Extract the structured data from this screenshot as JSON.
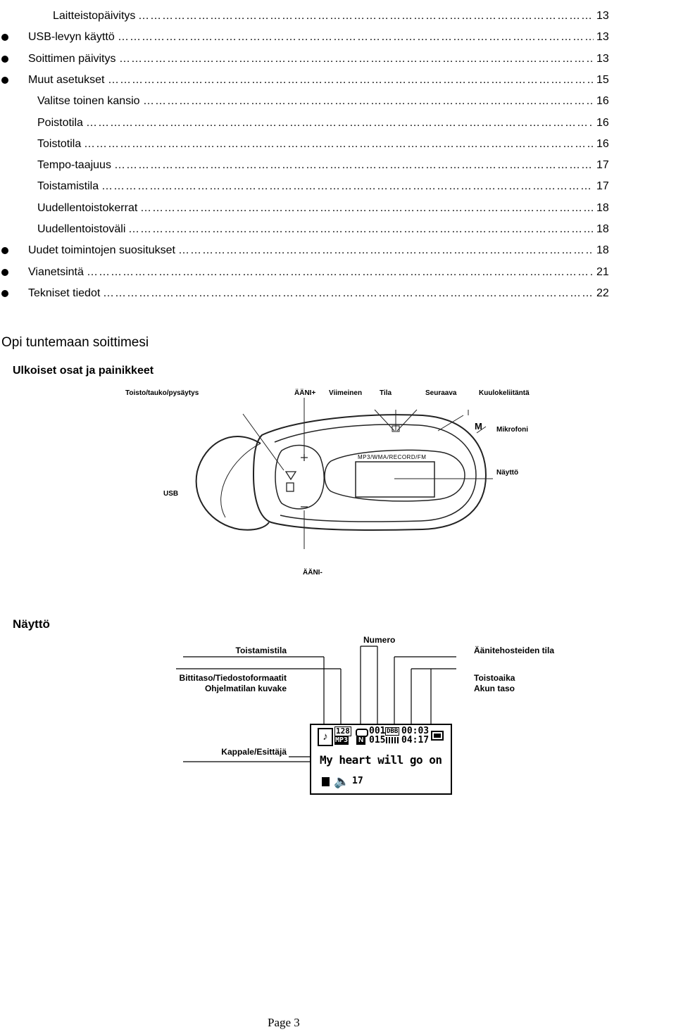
{
  "toc": [
    {
      "label": "Laitteistopäivitys",
      "page": "13",
      "bullet": false,
      "indent": "sub"
    },
    {
      "label": "USB-levyn käyttö",
      "page": "13",
      "bullet": true,
      "indent": "main"
    },
    {
      "label": "Soittimen päivitys",
      "page": "13",
      "bullet": true,
      "indent": "main"
    },
    {
      "label": "Muut asetukset",
      "page": "15",
      "bullet": true,
      "indent": "main"
    },
    {
      "label": "Valitse toinen kansio",
      "page": "16",
      "bullet": false,
      "indent": "sub"
    },
    {
      "label": "Poistotila",
      "page": "16",
      "bullet": false,
      "indent": "sub"
    },
    {
      "label": "Toistotila",
      "page": "16",
      "bullet": false,
      "indent": "sub"
    },
    {
      "label": "Tempo-taajuus",
      "page": "17",
      "bullet": false,
      "indent": "sub"
    },
    {
      "label": "Toistamistila",
      "page": "17",
      "bullet": false,
      "indent": "sub"
    },
    {
      "label": "Uudellentoistokerrat",
      "page": "18",
      "bullet": false,
      "indent": "sub"
    },
    {
      "label": "Uudellentoistoväli",
      "page": "18",
      "bullet": false,
      "indent": "sub"
    },
    {
      "label": "Uudet toimintojen suositukset",
      "page": "18",
      "bullet": true,
      "indent": "main"
    },
    {
      "label": "Vianetsintä",
      "page": "21",
      "bullet": true,
      "indent": "main"
    },
    {
      "label": "Tekniset tiedot",
      "page": "22",
      "bullet": true,
      "indent": "main"
    }
  ],
  "section_title": "Opi tuntemaan soittimesi",
  "subsection_parts": "Ulkoiset osat ja painikkeet",
  "device_labels": {
    "play_pause": "Toisto/tauko/pysäytys",
    "vol_up": "ÄÄNI+",
    "previous": "Viimeinen",
    "mode": "Tila",
    "next": "Seuraava",
    "headphone": "Kuulokeliitäntä",
    "microphone": "Mikrofoni",
    "display": "Näyttö",
    "usb": "USB",
    "vol_down": "ÄÄNI-"
  },
  "device_screen_text": "MP3/WMA/RECORD/FM",
  "device_m_key": "M",
  "display_section_title": "Näyttö",
  "display_labels": {
    "play_mode": "Toistamistila",
    "number": "Numero",
    "eq_state": "Äänitehosteiden tila",
    "bitrate_format": "Bittitaso/Tiedostoformaatit",
    "program_icon": "Ohjelmatilan kuvake",
    "play_time": "Toistoaika",
    "battery": "Akun taso",
    "track_artist": "Kappale/Esittäjä"
  },
  "lcd": {
    "bitrate": "128",
    "format": "MP3",
    "track_current": "001",
    "track_total": "015",
    "eq": "DBB",
    "time_elapsed": "00:03",
    "time_total": "04:17",
    "song": "My heart will go on",
    "volume": "17",
    "n_icon": "N"
  },
  "footer": "Page 3"
}
